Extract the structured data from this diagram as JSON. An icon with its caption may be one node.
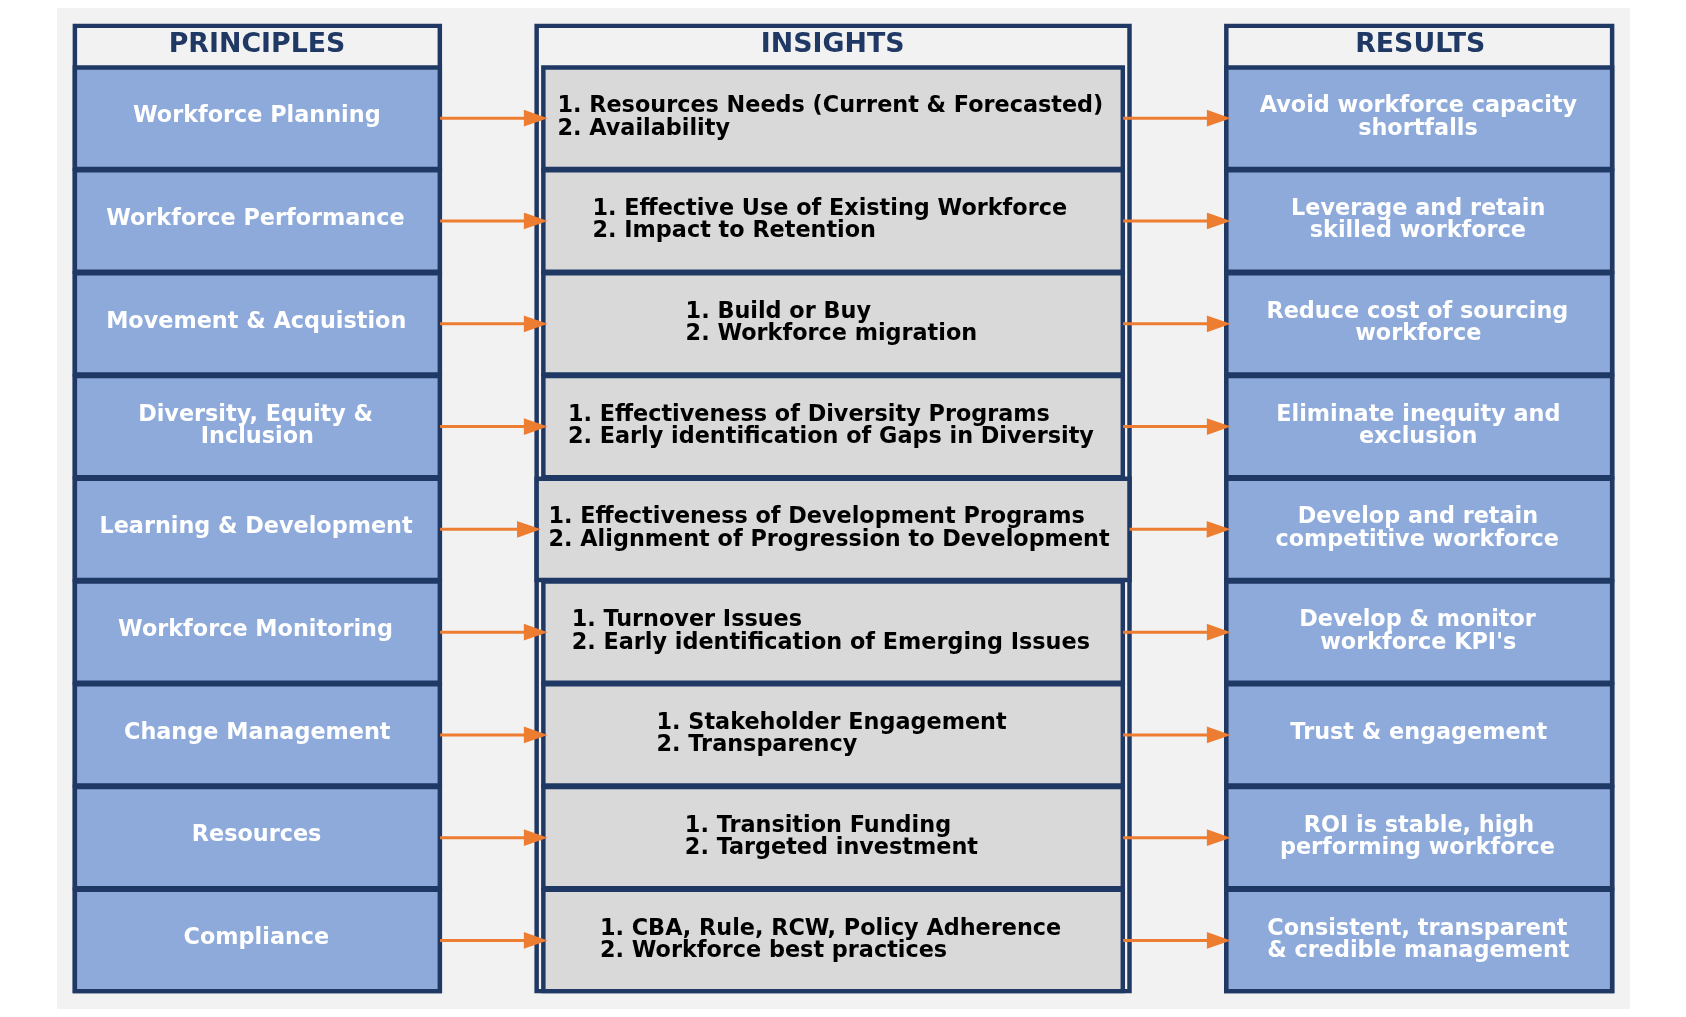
{
  "diagram": {
    "nodes": [
      {
        "text": [
          "PRINCIPLES"
        ]
      },
      {
        "text": [
          "Workforce Planning"
        ],
        "in": 0
      },
      {
        "text": [
          "Workforce Performance"
        ],
        "in": 0
      },
      {
        "text": [
          "Movement & Acquistion"
        ],
        "in": 0
      },
      {
        "text": [
          "Diversity, Equity & Inclusion"
        ],
        "in": 0
      },
      {
        "text": [
          "Learning & Development"
        ],
        "in": 0
      },
      {
        "text": [
          "Workforce Monitoring"
        ],
        "in": 0
      },
      {
        "text": [
          "Change Management"
        ],
        "in": 0
      },
      {
        "text": [
          "Resources"
        ],
        "in": 0
      },
      {
        "text": [
          "Compliance"
        ],
        "in": 0
      },
      {
        "text": [
          "INSIGHTS"
        ]
      },
      {
        "text": [
          "1. Resources Needs (Current & Forecasted)",
          "2. Availability"
        ],
        "in": 10
      },
      {
        "text": [
          "1. Effective Use of Existing Workforce",
          "2. Impact to Retention"
        ],
        "in": 10
      },
      {
        "text": [
          "1. Build or Buy",
          "2. Workforce migration"
        ],
        "in": 10
      },
      {
        "text": [
          "1. Effectiveness of Diversity Programs",
          "2. Early identification of Gaps in Diversity"
        ],
        "in": 10
      },
      {
        "text": [
          "1. Effectiveness of Development Programs",
          "2. Alignment of Progression to Development"
        ],
        "in": 10
      },
      {
        "text": [
          "1. Turnover Issues",
          "2. Early identification of Emerging Issues"
        ],
        "in": 10
      },
      {
        "text": [
          "1. Stakeholder Engagement",
          "2. Transparency"
        ],
        "in": 10
      },
      {
        "text": [
          "1. Transition Funding",
          "2. Targeted investment"
        ],
        "in": 10
      },
      {
        "text": [
          "1. CBA, Rule, RCW, Policy Adherence",
          "2. Workforce best practices"
        ],
        "in": 10
      },
      {
        "text": [
          "RESULTS"
        ]
      },
      {
        "text": [
          "Avoid workforce capacity shortfalls"
        ],
        "in": 20
      },
      {
        "text": [
          "Leverage and retain skilled workforce"
        ],
        "in": 20
      },
      {
        "text": [
          "Reduce cost of sourcing workforce"
        ],
        "in": 20
      },
      {
        "text": [
          "Eliminate inequity and exclusion"
        ],
        "in": 20
      },
      {
        "text": [
          "Develop and retain competitive workforce"
        ],
        "in": 20
      },
      {
        "text": [
          "Develop & monitor workforce KPI's"
        ],
        "in": 20
      },
      {
        "text": [
          "Trust & engagement"
        ],
        "in": 20
      },
      {
        "text": [
          "ROI is stable, high performing workforce"
        ],
        "in": 20
      },
      {
        "text": [
          "Consistent, transparent & credible management"
        ],
        "in": 20
      }
    ],
    "edges": [
      {
        "from": 1,
        "to": 11,
        "arrow": "to"
      },
      {
        "from": 11,
        "to": 21,
        "arrow": "to"
      },
      {
        "from": 2,
        "to": 12,
        "arrow": "to"
      },
      {
        "from": 12,
        "to": 22,
        "arrow": "to"
      },
      {
        "from": 3,
        "to": 13,
        "arrow": "to"
      },
      {
        "from": 13,
        "to": 23,
        "arrow": "to"
      },
      {
        "from": 4,
        "to": 14,
        "arrow": "to"
      },
      {
        "from": 14,
        "to": 24,
        "arrow": "to"
      },
      {
        "from": 5,
        "to": 15,
        "arrow": "to"
      },
      {
        "from": 15,
        "to": 25,
        "arrow": "to"
      },
      {
        "from": 6,
        "to": 16,
        "arrow": "to"
      },
      {
        "from": 16,
        "to": 26,
        "arrow": "to"
      },
      {
        "from": 7,
        "to": 17,
        "arrow": "to"
      },
      {
        "from": 17,
        "to": 27,
        "arrow": "to"
      },
      {
        "from": 8,
        "to": 18,
        "arrow": "to"
      },
      {
        "from": 18,
        "to": 28,
        "arrow": "to"
      },
      {
        "from": 9,
        "to": 19,
        "arrow": "to"
      },
      {
        "from": 19,
        "to": 29,
        "arrow": "to"
      }
    ]
  }
}
